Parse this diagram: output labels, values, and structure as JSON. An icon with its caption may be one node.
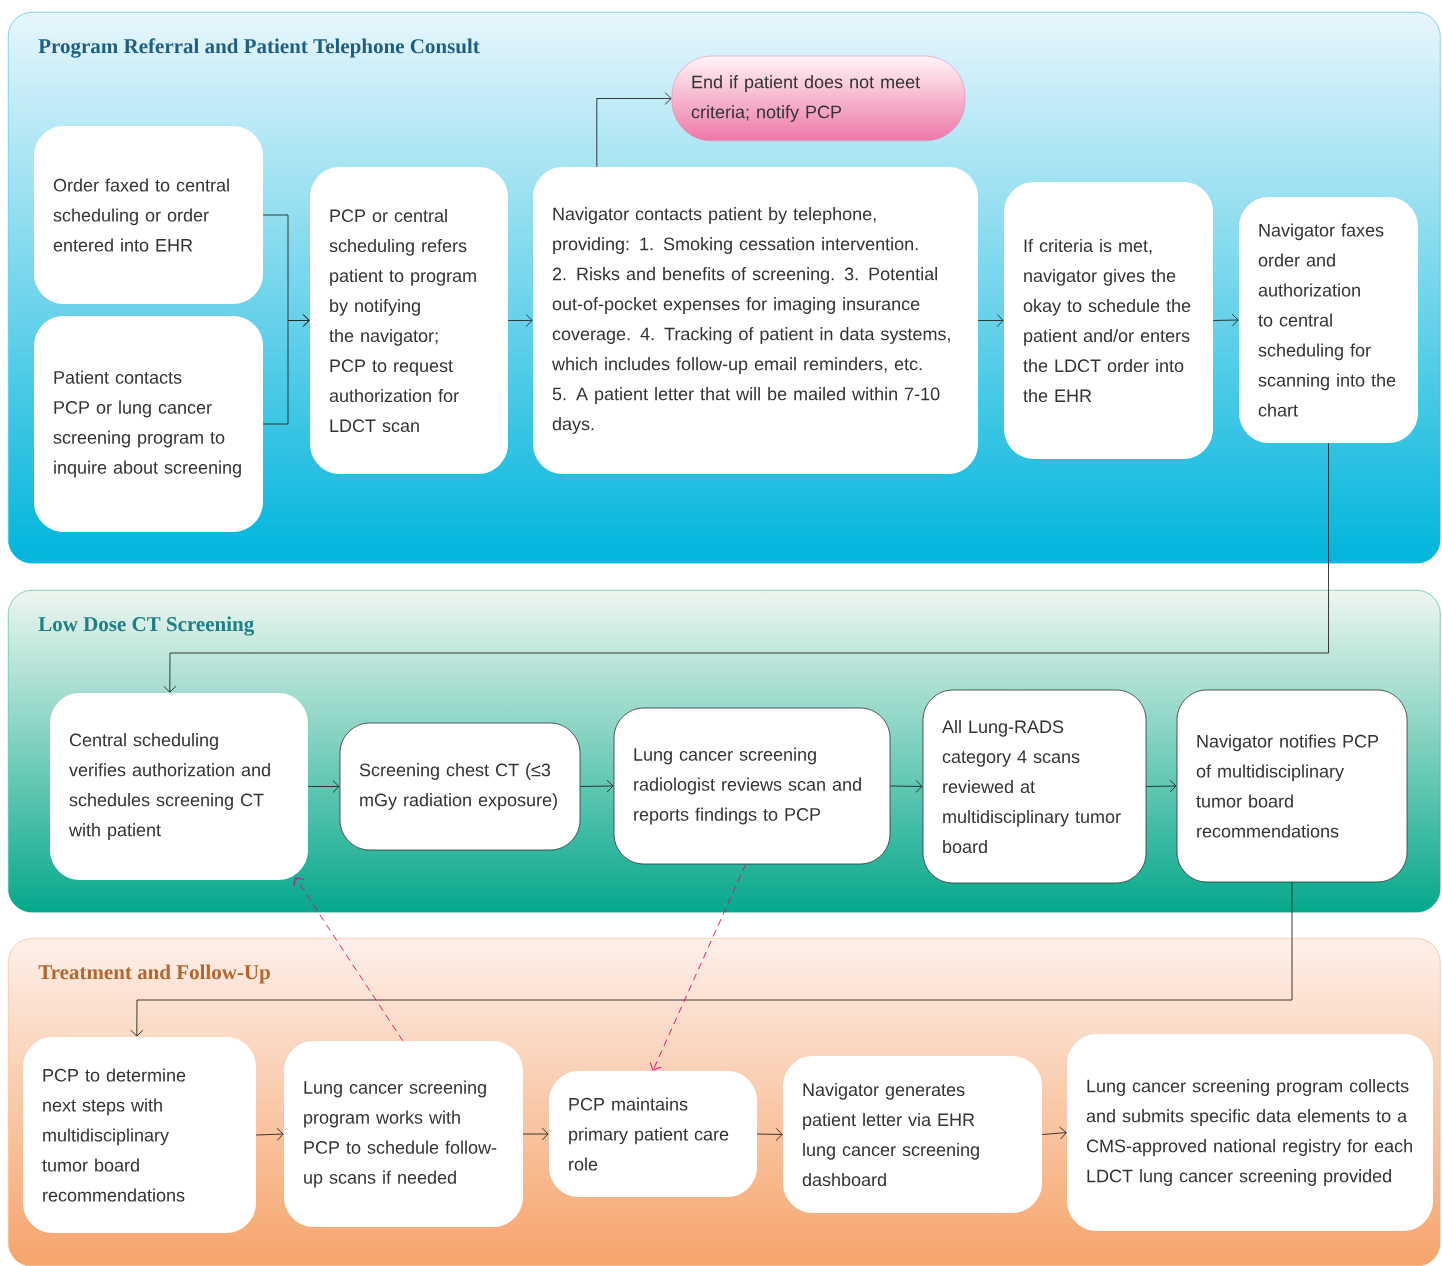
{
  "diagram": {
    "nodes": [
      {
        "text": [
          "Program Referral and Patient Telephone Consult"
        ]
      },
      {
        "text": [
          "Order faxed to central scheduling or order entered into EHR"
        ],
        "in": 0
      },
      {
        "text": [
          "Patient contacts PCP or lung cancer screening program to inquire about screening"
        ],
        "in": 0
      },
      {
        "text": [
          "PCP or central scheduling refers patient to program by notifying the navigator; PCP to request authorization for LDCT scan"
        ],
        "in": 0
      },
      {
        "text": [
          "End if patient does not meet criteria; notify PCP"
        ],
        "in": 0
      },
      {
        "text": [
          "Navigator contacts patient by telephone, providing: 1. Smoking cessation intervention. 2. Risks and benefits of screening. 3. Potential out-of-pocket expenses for imaging insurance coverage. 4. Tracking of patient in data systems, which includes follow-up email reminders, etc. 5. A patient letter that will be mailed within 7-10 days."
        ],
        "in": 0
      },
      {
        "text": [
          "If criteria is met, navigator gives the okay to schedule the patient and/or enters the LDCT order into the EHR"
        ],
        "in": 0
      },
      {
        "text": [
          "Navigator faxes order and authorization to central scheduling for scanning into the chart"
        ],
        "in": 0
      },
      {
        "text": [
          "Low Dose CT Screening"
        ]
      },
      {
        "text": [
          "Central scheduling verifies authorization and schedules screening CT with patient"
        ],
        "in": 8
      },
      {
        "text": [
          "Screening chest CT (≤3 mGy radiation exposure)"
        ],
        "in": 8
      },
      {
        "text": [
          "Lung cancer screening radiologist reviews scan and reports findings to PCP"
        ],
        "in": 8
      },
      {
        "text": [
          "All Lung-RADS category 4 scans reviewed at multidisciplinary tumor board"
        ],
        "in": 8
      },
      {
        "text": [
          "Navigator notifies PCP of multidisciplinary tumor board recommendations"
        ],
        "in": 8
      },
      {
        "text": [
          "Treatment and Follow-Up"
        ]
      },
      {
        "text": [
          "PCP to determine next steps with multidisciplinary tumor board recommendations"
        ],
        "in": 14
      },
      {
        "text": [
          "Lung cancer screening program works with PCP to schedule follow-up scans if needed"
        ],
        "in": 14
      },
      {
        "text": [
          "PCP maintains primary patient care role"
        ],
        "in": 14
      },
      {
        "text": [
          "Navigator generates patient letter via EHR lung cancer screening dashboard"
        ],
        "in": 14
      },
      {
        "text": [
          "Lung cancer screening program collects and submits specific data elements to a CMS-approved national registry for each LDCT lung cancer screening provided"
        ],
        "in": 14
      }
    ],
    "edges": [
      {
        "from": 1,
        "to": 3,
        "arrow": "to"
      },
      {
        "from": 2,
        "to": 3,
        "arrow": "to"
      },
      {
        "from": 3,
        "to": 5,
        "arrow": "to"
      },
      {
        "from": 5,
        "to": 4,
        "arrow": "to"
      },
      {
        "from": 5,
        "to": 6,
        "arrow": "to"
      },
      {
        "from": 6,
        "to": 7,
        "arrow": "to"
      },
      {
        "from": 7,
        "to": 9,
        "arrow": "to"
      },
      {
        "from": 9,
        "to": 10,
        "arrow": "to"
      },
      {
        "from": 10,
        "to": 11,
        "arrow": "to"
      },
      {
        "from": 11,
        "to": 12,
        "arrow": "to"
      },
      {
        "from": 12,
        "to": 13,
        "arrow": "to"
      },
      {
        "from": 13,
        "to": 15,
        "arrow": "to"
      },
      {
        "from": 15,
        "to": 16,
        "arrow": "to"
      },
      {
        "from": 16,
        "to": 17,
        "arrow": "to"
      },
      {
        "from": 17,
        "to": 18,
        "arrow": "to"
      },
      {
        "from": 18,
        "to": 19,
        "arrow": "to"
      },
      {
        "from": 16,
        "to": 9,
        "arrow": "to",
        "style": "dashed",
        "color": "#e6007e"
      },
      {
        "from": 11,
        "to": 17,
        "arrow": "to",
        "style": "dashed",
        "color": "#e6007e"
      }
    ]
  }
}
